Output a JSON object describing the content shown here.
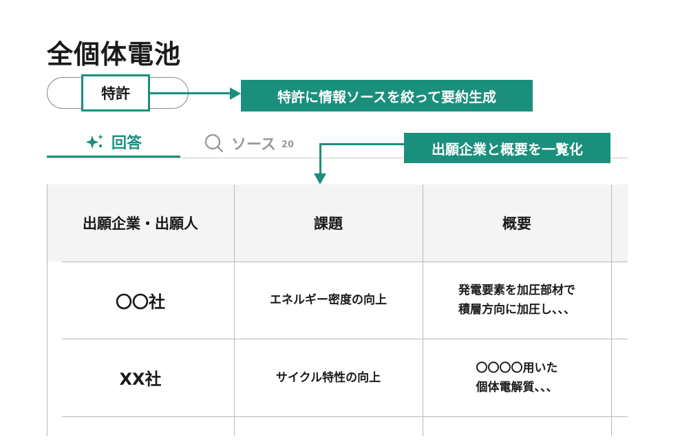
{
  "page": {
    "title": "全個体電池"
  },
  "filter": {
    "chip_label": "特許",
    "callout": "特許に情報ソースを絞って要約生成"
  },
  "tabs": [
    {
      "label": "回答",
      "icon": "sparkle-icon",
      "active": true
    },
    {
      "label": "ソース",
      "icon": "search-icon",
      "count": "20",
      "active": false
    }
  ],
  "table_callout": "出願企業と概要を一覧化",
  "table": {
    "headers": [
      "出願企業・出願人",
      "課題",
      "概要"
    ],
    "rows": [
      {
        "company": "〇〇社",
        "issue": "エネルギー密度の向上",
        "summary_line1": "発電要素を加圧部材で",
        "summary_line2": "積層方向に加圧し、、、"
      },
      {
        "company": "XX社",
        "issue": "サイクル特性の向上",
        "summary_line1": "〇〇〇〇用いた",
        "summary_line2": "個体電解質、、、"
      }
    ]
  },
  "colors": {
    "accent": "#1a8f7c",
    "header_bg": "#f4f4f4",
    "muted": "#9a9a9a"
  }
}
